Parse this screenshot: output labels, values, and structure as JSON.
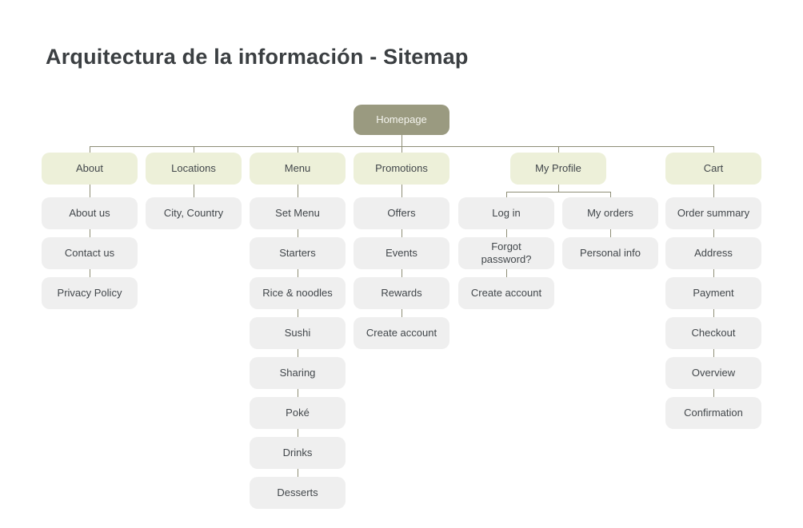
{
  "title": "Arquitectura de la información - Sitemap",
  "root": {
    "label": "Homepage"
  },
  "sections": [
    {
      "label": "About",
      "children": [
        "About us",
        "Contact us",
        "Privacy Policy"
      ]
    },
    {
      "label": "Locations",
      "children": [
        "City, Country"
      ]
    },
    {
      "label": "Menu",
      "children": [
        "Set Menu",
        "Starters",
        "Rice & noodles",
        "Sushi",
        "Sharing",
        "Poké",
        "Drinks",
        "Desserts"
      ]
    },
    {
      "label": "Promotions",
      "children": [
        "Offers",
        "Events",
        "Rewards",
        "Create account"
      ]
    },
    {
      "label": "My Profile",
      "branches": [
        {
          "label": "Log in",
          "children": [
            "Forgot password?",
            "Create account"
          ]
        },
        {
          "label": "My orders",
          "children": [
            "Personal info"
          ]
        }
      ]
    },
    {
      "label": "Cart",
      "children": [
        "Order summary",
        "Address",
        "Payment",
        "Checkout",
        "Overview",
        "Confirmation"
      ]
    }
  ],
  "colors": {
    "background": "#ffffff",
    "title_text": "#3b3f42",
    "node_text": "#42474b",
    "root_fill": "#9a9a80",
    "root_text": "#f4f4ee",
    "section_fill": "#edf0d9",
    "child_fill": "#efefef",
    "connector": "#8e8e76"
  }
}
